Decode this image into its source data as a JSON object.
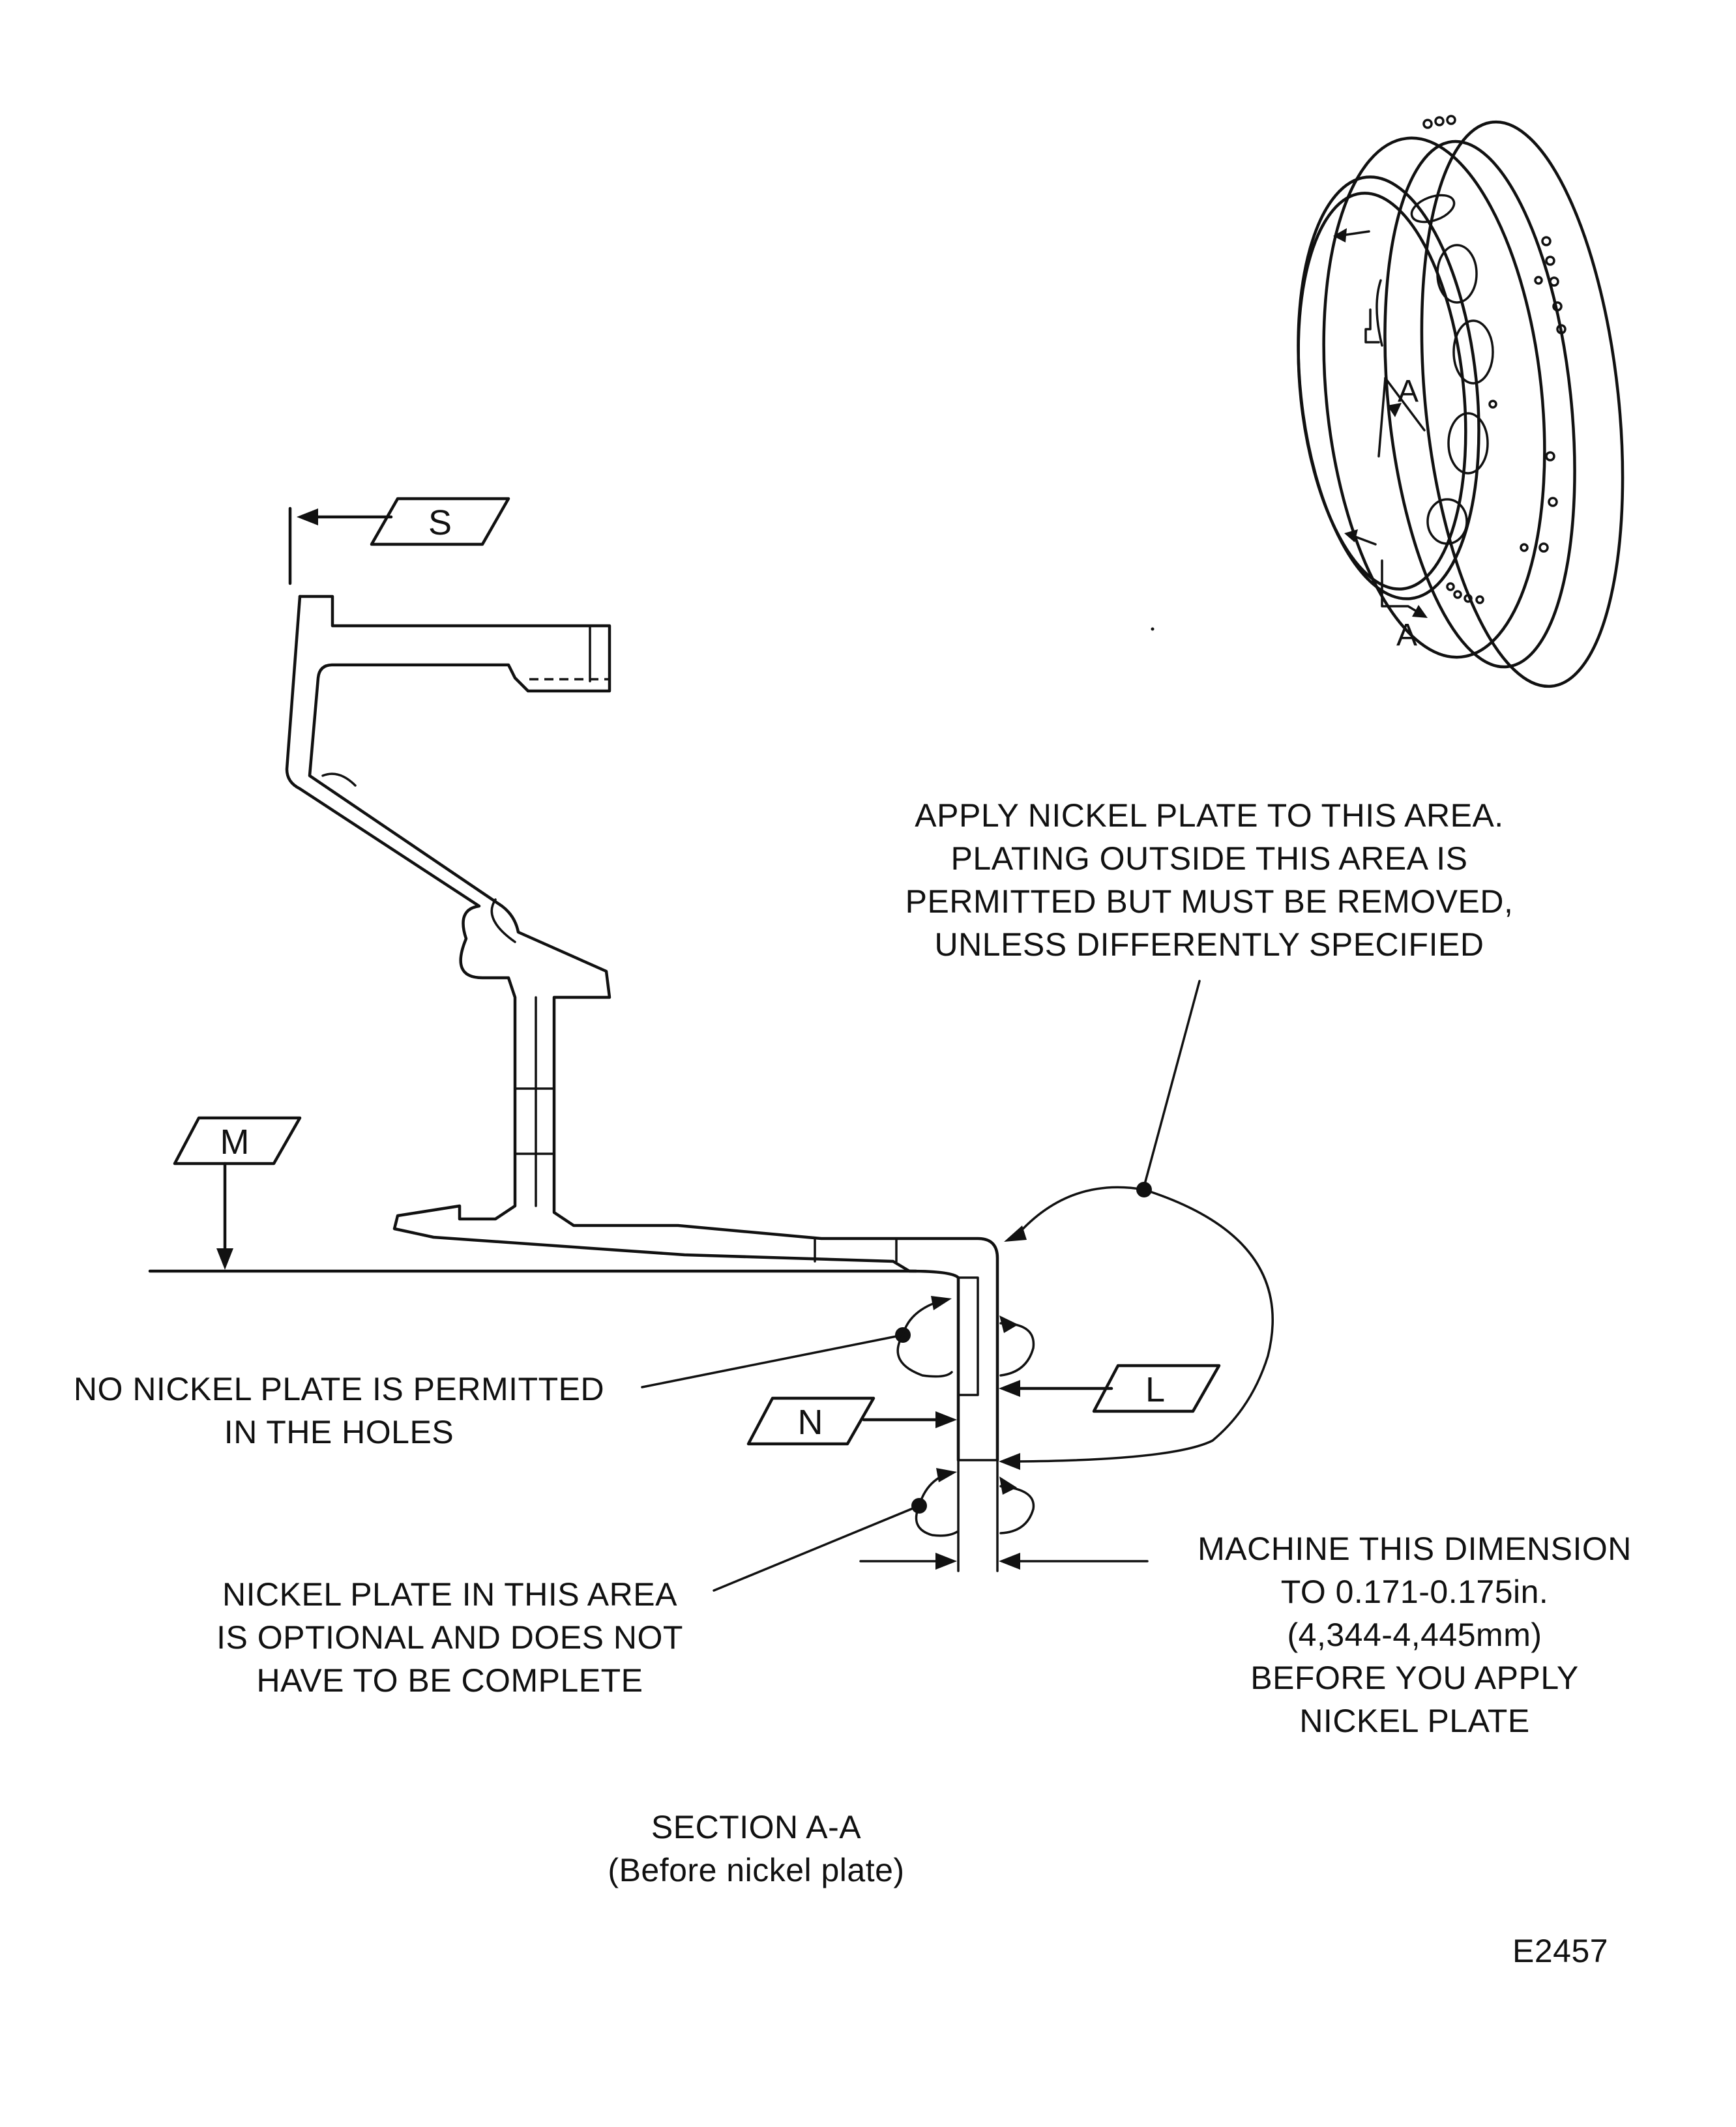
{
  "tags": {
    "s": "S",
    "m": "M",
    "n": "N",
    "l": "L",
    "view_a_top": "A",
    "view_a_bottom": "A"
  },
  "notes": {
    "apply_area": [
      "APPLY NICKEL PLATE TO THIS AREA.",
      "PLATING OUTSIDE THIS AREA IS",
      "PERMITTED BUT MUST BE REMOVED,",
      "UNLESS DIFFERENTLY SPECIFIED"
    ],
    "no_plate_holes": [
      "NO NICKEL PLATE IS PERMITTED",
      "IN THE HOLES"
    ],
    "optional_area": [
      "NICKEL PLATE IN THIS AREA",
      "IS OPTIONAL AND DOES NOT",
      "HAVE TO BE COMPLETE"
    ],
    "machine_dimension": [
      "MACHINE THIS DIMENSION",
      "TO 0.171-0.175in.",
      "(4,344-4,445mm)",
      "BEFORE YOU APPLY",
      "NICKEL PLATE"
    ]
  },
  "caption": {
    "line1": "SECTION A-A",
    "line2": "(Before nickel plate)"
  },
  "figure_id": "E2457"
}
